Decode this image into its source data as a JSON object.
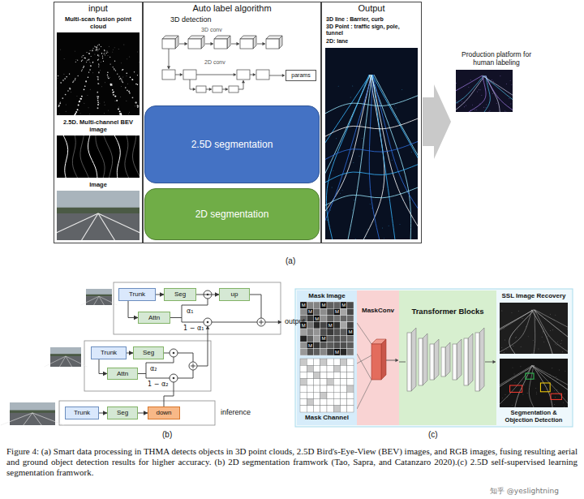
{
  "diagram": {
    "caption": "Figure 4: (a) Smart data processing in THMA detects objects in 3D point clouds, 2.5D Bird's-Eye-View (BEV) images, and RGB images, fusing resulting aerial and ground object detection results for higher accuracy. (b) 2D segmentation framwork (Tao, Sapra, and Catanzaro 2020).(c) 2.5D self-supervised learning segmentation framwork.",
    "nodes": [
      {
        "text": [
          "input"
        ]
      },
      {
        "text": [
          "Multi-scan fusion point cloud"
        ],
        "in": 0
      },
      {
        "text": [
          "2.5D. Multi-channel BEV image"
        ],
        "in": 0
      },
      {
        "text": [
          "Image"
        ],
        "in": 0
      },
      {
        "text": [
          "Auto label algorithm"
        ]
      },
      {
        "text": [
          "3D detection"
        ],
        "in": 4
      },
      {
        "text": [
          "params"
        ],
        "in": 5
      },
      {
        "text": [
          "2.5D segmentation"
        ],
        "in": 4
      },
      {
        "text": [
          "2D segmentation"
        ],
        "in": 4
      },
      {
        "text": [
          "Output",
          "3D line : Barrier, curb",
          "3D Point : traffic sign, pole, tunnel",
          "2D: lane"
        ]
      },
      {
        "text": [
          "Production platform for human labeling"
        ]
      },
      {
        "text": [
          "Trunk"
        ]
      },
      {
        "text": [
          "Seg"
        ]
      },
      {
        "text": [
          "Attn"
        ]
      },
      {
        "text": [
          "up"
        ]
      },
      {
        "text": [
          "Trunk"
        ]
      },
      {
        "text": [
          "Seg"
        ]
      },
      {
        "text": [
          "Attn"
        ]
      },
      {
        "text": [
          "Trunk"
        ]
      },
      {
        "text": [
          "Seg"
        ]
      },
      {
        "text": [
          "down"
        ]
      },
      {
        "text": [
          "Mask Image",
          "Mask Channel"
        ]
      },
      {
        "text": [
          "MaskConv"
        ]
      },
      {
        "text": [
          "Transformer Blocks"
        ]
      },
      {
        "text": [
          "SSL Image Recovery"
        ]
      },
      {
        "text": [
          "Segmentation & Objection Detection"
        ]
      }
    ],
    "edges": [
      {
        "from": 9,
        "to": 10,
        "arrow": "to"
      },
      {
        "from": 11,
        "to": 12,
        "arrow": "to"
      },
      {
        "from": 12,
        "to": 14,
        "arrow": "to"
      },
      {
        "from": 11,
        "to": 13,
        "arrow": "to"
      },
      {
        "from": 15,
        "to": 16,
        "arrow": "to"
      },
      {
        "from": 15,
        "to": 17,
        "arrow": "to"
      },
      {
        "from": 18,
        "to": 19,
        "arrow": "to"
      },
      {
        "from": 19,
        "to": 20,
        "arrow": "to"
      }
    ],
    "labels": [
      "3D conv",
      "2D conv",
      "(a)",
      "α₁",
      "1 − α₁",
      "output",
      "α₂",
      "1 − α₂",
      "inference",
      "(b)",
      "M",
      "M",
      "M",
      "M",
      "M",
      "M",
      "M",
      "M",
      "M",
      "M",
      "M",
      "M",
      "(c)",
      "知乎 @yeslightning"
    ]
  }
}
